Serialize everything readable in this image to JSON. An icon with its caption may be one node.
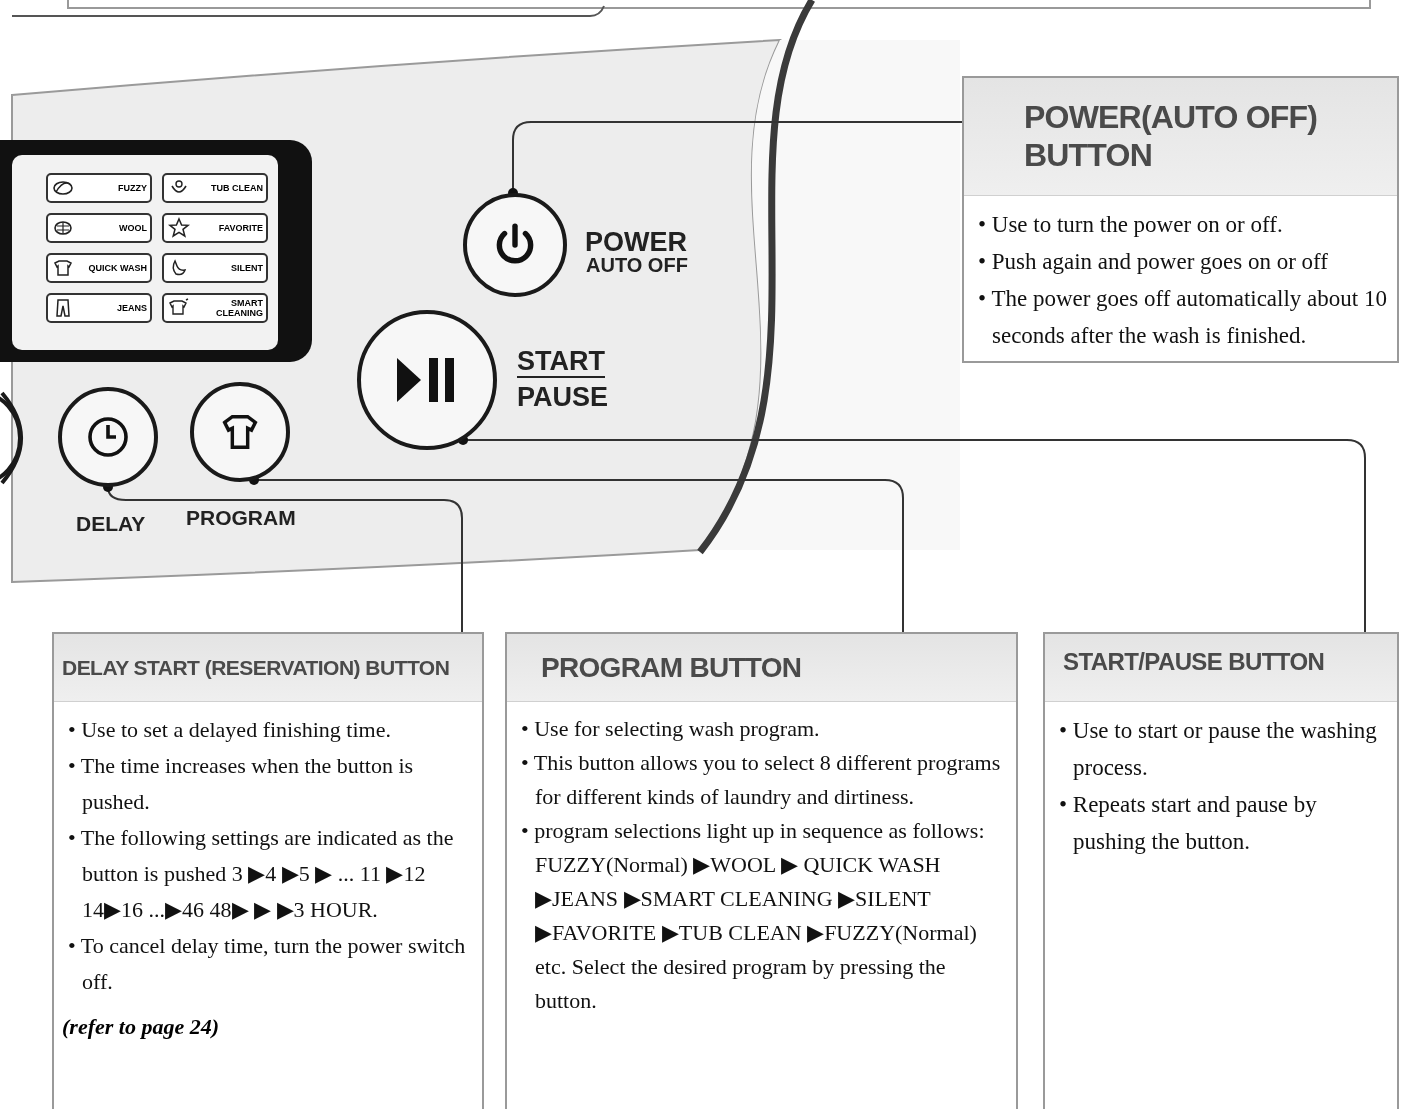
{
  "diagram": {
    "nodes": [
      {
        "text": [],
        "shape": "circle",
        "beside": [
          "POWER",
          "AUTO OFF"
        ]
      },
      {
        "text": [],
        "shape": "circle",
        "beside": [
          "START",
          "PAUSE"
        ]
      },
      {
        "text": [],
        "shape": "circle",
        "beside": [
          "DELAY"
        ]
      },
      {
        "text": [],
        "shape": "circle",
        "beside": [
          "PROGRAM"
        ]
      },
      {
        "text": [
          "POWER(AUTO OFF) BUTTON",
          "• Use to turn the power on or off.",
          "• Push again and power goes on or off",
          "• The power goes off automatically about 10 seconds after the wash is finished."
        ]
      },
      {
        "text": [
          "DELAY START (RESERVATION) BUTTON",
          "• Use to set a delayed finishing time.",
          "• The time increases when the button is pushed.",
          "• The following settings are indicated as the button is pushed 3 ▶4 ▶5 ▶ ... 11 ▶12 14▶16 ...▶46 48▶ ▶ ▶3 HOUR.",
          "• To cancel delay time, turn the power switch off.",
          "(refer to page 24)"
        ]
      },
      {
        "text": [
          "PROGRAM BUTTON",
          "• Use for selecting wash program.",
          "• This button allows you to select 8 different programs for different kinds of laundry and dirtiness.",
          "• program selections light up in sequence as follows: FUZZY(Normal) ▶WOOL ▶ QUICK WASH ▶JEANS ▶SMART CLEANING ▶SILENT ▶FAVORITE ▶TUB CLEAN ▶FUZZY(Normal) etc. Select the desired program by pressing the button."
        ]
      },
      {
        "text": [
          "START/PAUSE BUTTON",
          "• Use to start or pause the washing process.",
          "• Repeats start and pause by pushing the button."
        ]
      }
    ],
    "edges": [
      {
        "from": 4,
        "to": 0,
        "arrow": "other"
      },
      {
        "from": 7,
        "to": 1,
        "arrow": "other"
      },
      {
        "from": 6,
        "to": 3,
        "arrow": "other"
      },
      {
        "from": 5,
        "to": 2,
        "arrow": "other"
      }
    ],
    "labels": [
      "FUZZY",
      "TUB CLEAN",
      "WOOL",
      "FAVORITE",
      "QUICK WASH",
      "SILENT",
      "JEANS",
      "SMART CLEANING"
    ]
  }
}
